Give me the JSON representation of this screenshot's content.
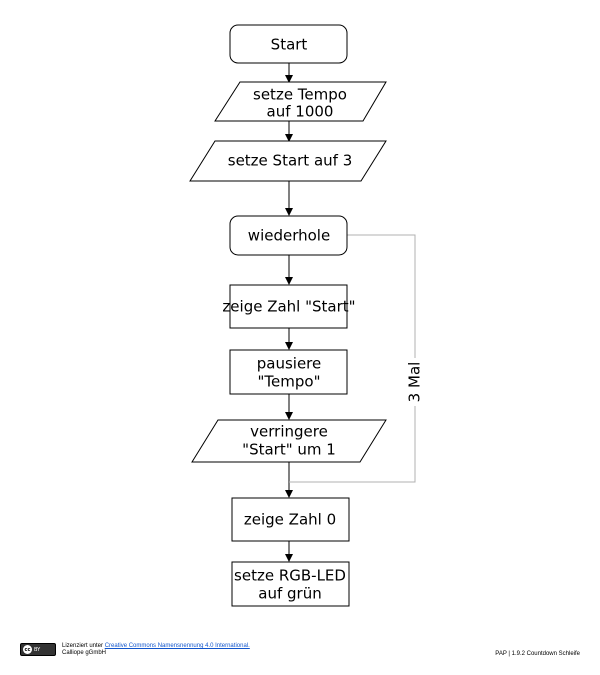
{
  "nodes": {
    "start": "Start",
    "set_tempo_line1": "setze Tempo",
    "set_tempo_line2": "auf 1000",
    "set_start": "setze Start auf 3",
    "repeat": "wiederhole",
    "show_start": "zeige Zahl \"Start\"",
    "pause_line1": "pausiere",
    "pause_line2": "\"Tempo\"",
    "decrease_line1": "verringere",
    "decrease_line2": "\"Start\" um 1",
    "show_zero": "zeige Zahl 0",
    "set_led_line1": "setze RGB-LED",
    "set_led_line2": "auf grün"
  },
  "loop_label": "3 Mal",
  "footer": {
    "cc_badge_text": "BY",
    "license_prefix": "Lizenziert unter ",
    "license_link": "Creative Commons Namensnennung 4.0 International.",
    "company": "Calliope gGmbH",
    "doc_id": "PAP | 1.9.2 Countdown Schleife"
  },
  "colors": {
    "stroke": "#000000",
    "loop_line": "#b0b0b0",
    "link": "#1155cc"
  }
}
